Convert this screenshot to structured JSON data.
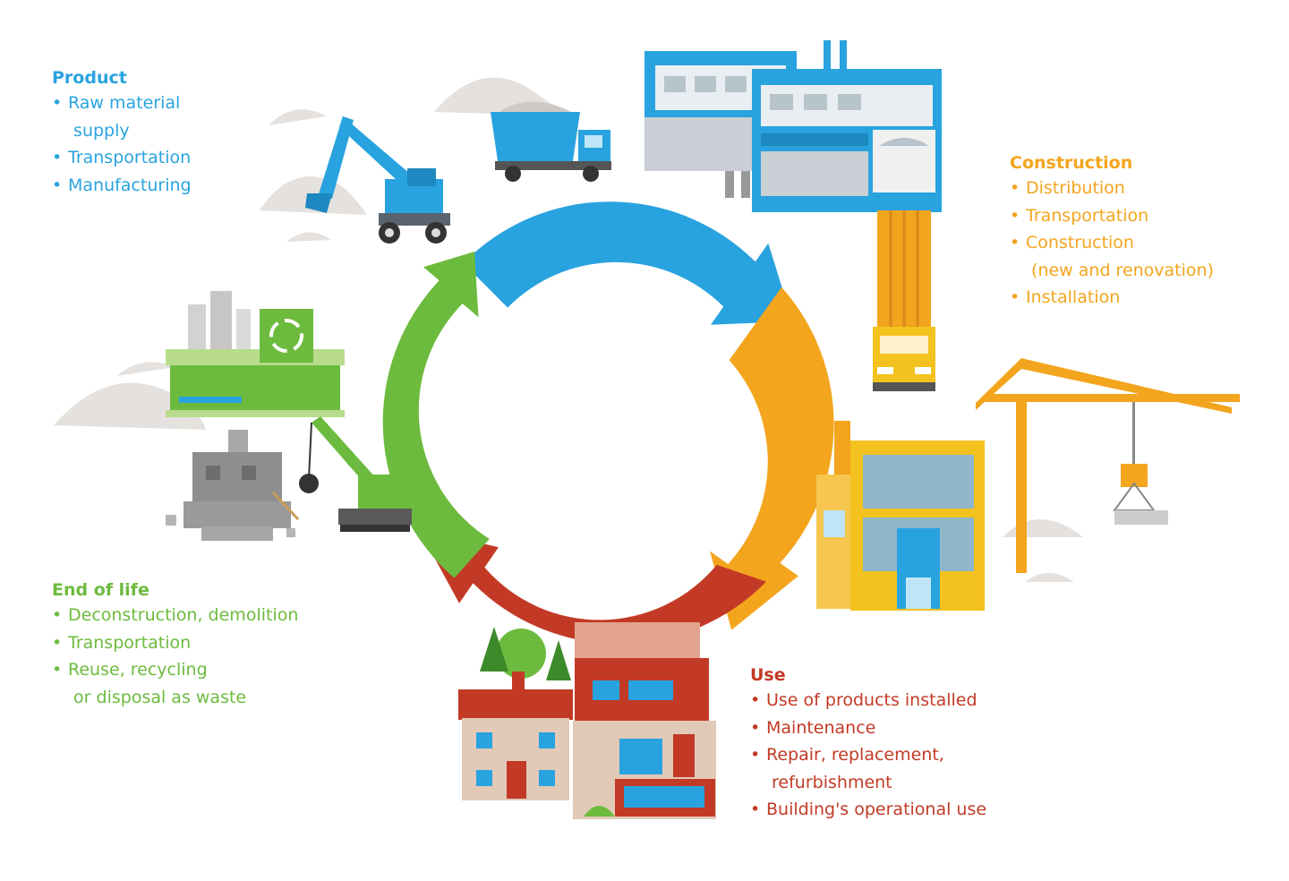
{
  "stages": {
    "product": {
      "title": "Product",
      "items": [
        "Raw material\n supply",
        "Transportation",
        "Manufacturing"
      ],
      "color": "#29a3df"
    },
    "construction": {
      "title": "Construction",
      "items": [
        "Distribution",
        "Transportation",
        "Construction\n (new and renovation)",
        "Installation"
      ],
      "color": "#f3a51e"
    },
    "use": {
      "title": "Use",
      "items": [
        "Use of products installed",
        "Maintenance",
        "Repair, replacement,\n refurbishment",
        "Building's operational use"
      ],
      "color": "#c23a25"
    },
    "end_of_life": {
      "title": "End of life",
      "items": [
        "Deconstruction, demolition",
        "Transportation",
        "Reuse, recycling\n or disposal as waste"
      ],
      "color": "#6dbb3e"
    }
  },
  "cycle": {
    "arrows": [
      {
        "name": "product-to-construction",
        "color": "#29a3df"
      },
      {
        "name": "construction-to-use",
        "color": "#f3a51e"
      },
      {
        "name": "use-to-end-of-life",
        "color": "#c23a25"
      },
      {
        "name": "end-of-life-to-product",
        "color": "#6dbb3e"
      }
    ]
  },
  "illustrations": [
    "excavator-icon",
    "dump-truck-icon",
    "factory-icon",
    "delivery-truck-icon",
    "tower-crane-icon",
    "building-under-construction-icon",
    "houses-icon",
    "recycling-plant-icon",
    "demolition-crane-icon",
    "rubble-icon"
  ]
}
